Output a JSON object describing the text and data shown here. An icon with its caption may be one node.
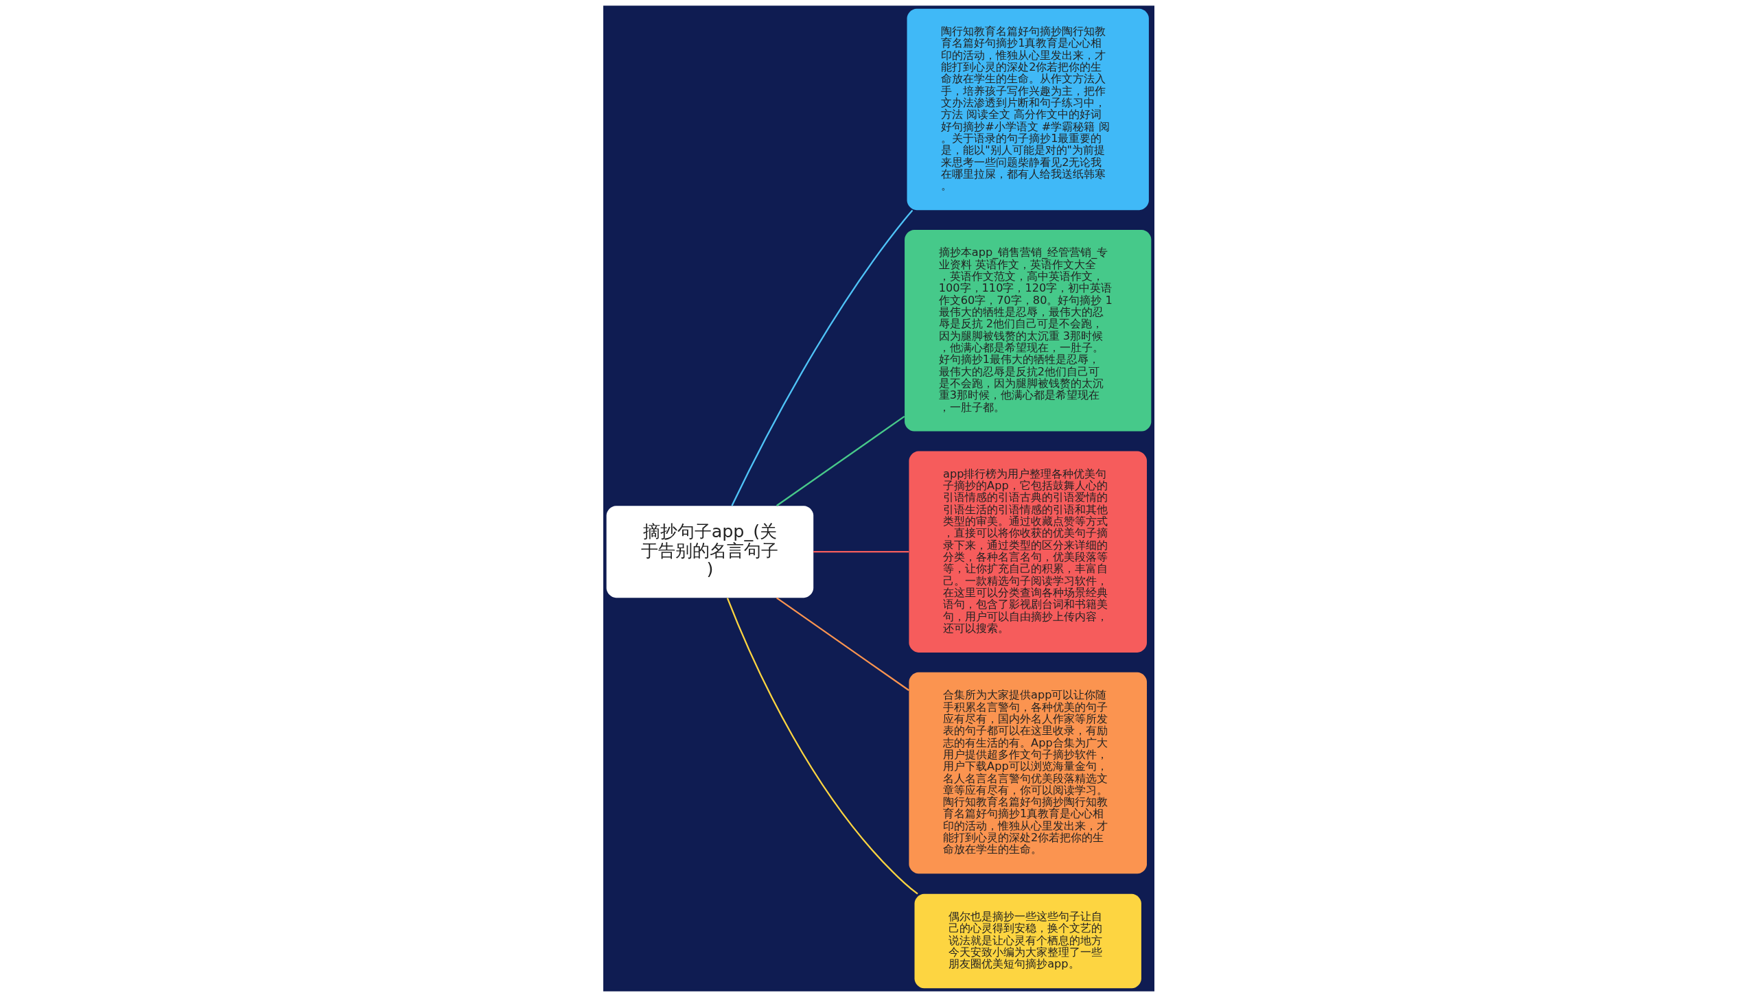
{
  "diagram": {
    "nodes": [
      {
        "text": [
          "摘抄句子app_(关于告别的名言句子)"
        ]
      },
      {
        "text": [
          "陶行知教育名篇好句摘抄陶行知教育名篇好句摘抄1真教育是心心相印的活动，惟独从心里发出来，才能打到心灵的深处2你若把你的生命放在学生的生命。从作文方法入手，培养孩子写作兴趣为主，把作文办法渗透到片断和句子练习中，方法 阅读全文 高分作文中的好词好句摘抄#小学语文 #学霸秘籍 阅。关于语录的句子摘抄1最重要的是，能以\"别人可能是对的\"为前提来思考一些问题柴静看见2无论我在哪里拉屎，都有人给我送纸韩寒。"
        ]
      },
      {
        "text": [
          "摘抄本app_销售营销_经管营销_专业资料 英语作文，英语作文大全，英语作文范文，高中英语作文，100字，110字，120字，初中英语作文60字，70字，80。好句摘抄 1最伟大的牺牲是忍辱，最伟大的忍辱是反抗 2他们自己可是不会跑，因为腿脚被钱赘的太沉重 3那时候，他满心都是希望现在，一肚子。好句摘抄1最伟大的牺牲是忍辱，最伟大的忍辱是反抗2他们自己可是不会跑，因为腿脚被钱赘的太沉重3那时候，他满心都是希望现在，一肚子都。"
        ]
      },
      {
        "text": [
          "app排行榜为用户整理各种优美句子摘抄的App，它包括鼓舞人心的引语情感的引语古典的引语爱情的引语生活的引语情感的引语和其他类型的审美。通过收藏点赞等方式，直接可以将你收获的优美句子摘录下来，通过类型的区分来详细的分类，各种名言名句，优美段落等等，让你扩充自己的积累，丰富自己。一款精选句子阅读学习软件，在这里可以分类查询各种场景经典语句，包含了影视剧台词和书籍美句，用户可以自由摘抄上传内容，还可以搜索。"
        ]
      },
      {
        "text": [
          "合集所为大家提供app可以让你随手积累名言警句，各种优美的句子应有尽有，国内外名人作家等所发表的句子都可以在这里收录，有励志的有生活的有。App合集为广大用户提供超多作文句子摘抄软件，用户下载App可以浏览海量金句，名人名言名言警句优美段落精选文章等应有尽有，你可以阅读学习。陶行知教育名篇好句摘抄陶行知教育名篇好句摘抄1真教育是心心相印的活动，惟独从心里发出来，才能打到心灵的深处2你若把你的生命放在学生的生命。"
        ]
      },
      {
        "text": [
          "偶尔也是摘抄一些这些句子让自己的心灵得到安稳，换个文艺的说法就是让心灵有个栖息的地方今天安致小编为大家整理了一些朋友圈优美短句摘抄app。"
        ]
      }
    ],
    "edges": [
      {
        "from": 0,
        "to": 1,
        "arrow": "none",
        "color": "#4fc3f7"
      },
      {
        "from": 0,
        "to": 2,
        "arrow": "none",
        "color": "#48c98a"
      },
      {
        "from": 0,
        "to": 3,
        "arrow": "none",
        "color": "#f45d5d"
      },
      {
        "from": 0,
        "to": 4,
        "arrow": "none",
        "color": "#fb9450"
      },
      {
        "from": 0,
        "to": 5,
        "arrow": "none",
        "color": "#fdd541"
      }
    ]
  }
}
